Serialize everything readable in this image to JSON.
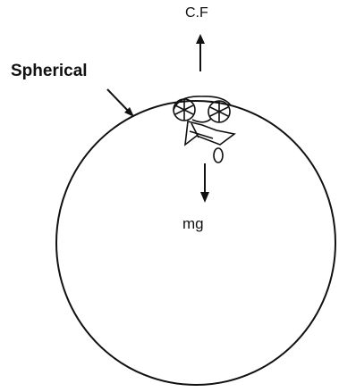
{
  "diagram": {
    "labels": {
      "sphere": "Spherical",
      "upward_force": "C.F",
      "downward_force": "mg"
    },
    "figure": {
      "shape": "sphere",
      "object": "motorcycle-with-rider",
      "object_position": "top of sphere (inside)",
      "upward_arrow": "centrifugal force",
      "downward_arrow": "weight"
    },
    "colors": {
      "ink": "#111111",
      "background": "#ffffff"
    }
  }
}
